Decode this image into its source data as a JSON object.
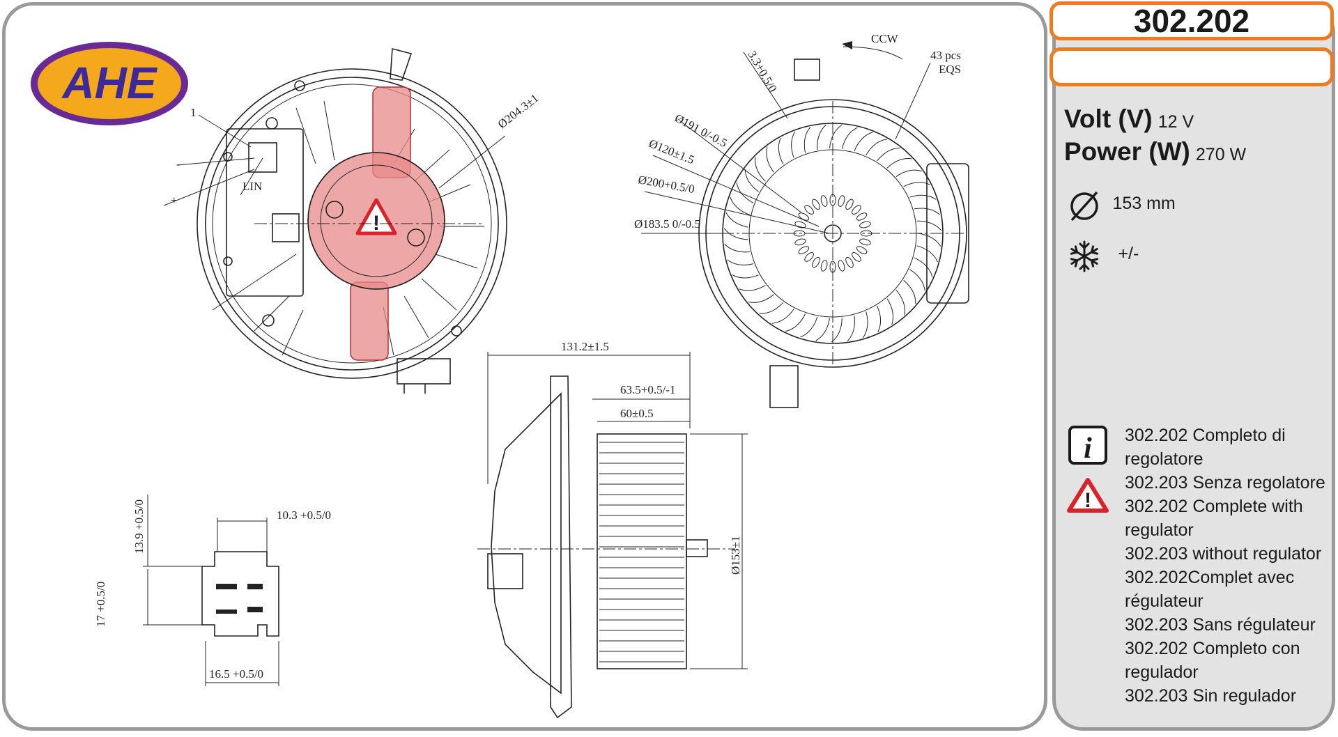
{
  "header": {
    "part_number": "302.202",
    "sub_label": ""
  },
  "brand": {
    "logo_text": "AHE",
    "colors": {
      "oval": "#f4a81c",
      "ring": "#6a2a96",
      "text": "#3c2a9c"
    }
  },
  "specs": {
    "volt_label": "Volt (V)",
    "volt_value": "12 V",
    "power_label": "Power (W)",
    "power_value": "270 W",
    "diameter_value": "153 mm",
    "climate_value": "+/-"
  },
  "notes": [
    "302.202 Completo di regolatore",
    "302.203 Senza regolatore",
    "302.202 Complete with regulator",
    "302.203 without regulator",
    "302.202Complet avec régulateur",
    "302.203 Sans régulateur",
    "302.202 Completo con regulador",
    "302.203 Sin regulador"
  ],
  "drawing": {
    "labels": {
      "ref1": "1",
      "minus": "-",
      "plus": "+",
      "lin": "LIN",
      "d204": "Ø204.3±1",
      "ccw": "CCW",
      "pcs": "43 pcs",
      "eqs": "EQS",
      "d33": "3.3+0.5/0",
      "d191": "Ø191 0/-0.5",
      "d120": "Ø120±1.5",
      "d200": "Ø200+0.5/0",
      "d183": "Ø183.5 0/-0.5",
      "w131": "131.2±1.5",
      "w63": "63.5+0.5/-1",
      "w60": "60±0.5",
      "d153": "Ø153±1",
      "c103": "10.3 +0.5/0",
      "c139": "13.9 +0.5/0",
      "c17": "17 +0.5/0",
      "c165": "16.5 +0.5/0"
    }
  },
  "colors": {
    "accent": "#ee7b1e",
    "panel_border": "#9a9a9a",
    "side_bg": "#e3e3e3",
    "highlight": "#e88a8a",
    "warning": "#d8232a"
  }
}
